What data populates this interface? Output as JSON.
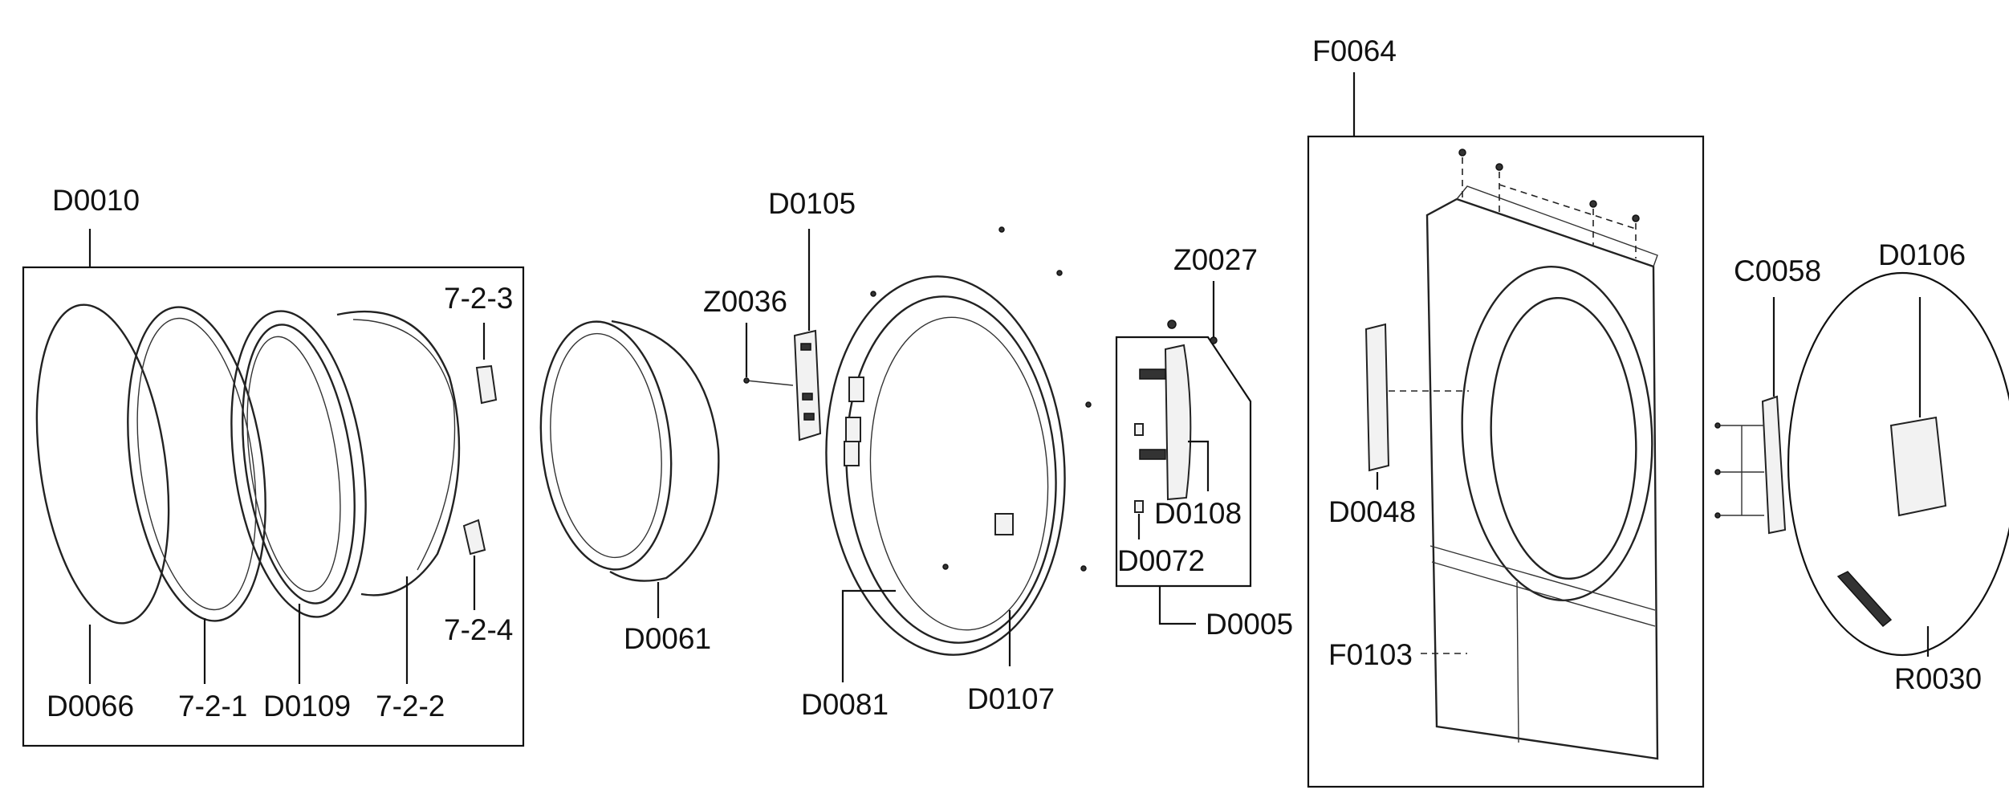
{
  "labels": {
    "D0010": "D0010",
    "D0066": "D0066",
    "L721": "7-2-1",
    "D0109": "D0109",
    "L722": "7-2-2",
    "L723": "7-2-3",
    "L724": "7-2-4",
    "D0061": "D0061",
    "Z0036": "Z0036",
    "D0105": "D0105",
    "D0081": "D0081",
    "D0107": "D0107",
    "Z0027": "Z0027",
    "D0108": "D0108",
    "D0072": "D0072",
    "D0005": "D0005",
    "F0064": "F0064",
    "D0048": "D0048",
    "F0103": "F0103",
    "C0058": "C0058",
    "D0106": "D0106",
    "R0030": "R0030"
  }
}
